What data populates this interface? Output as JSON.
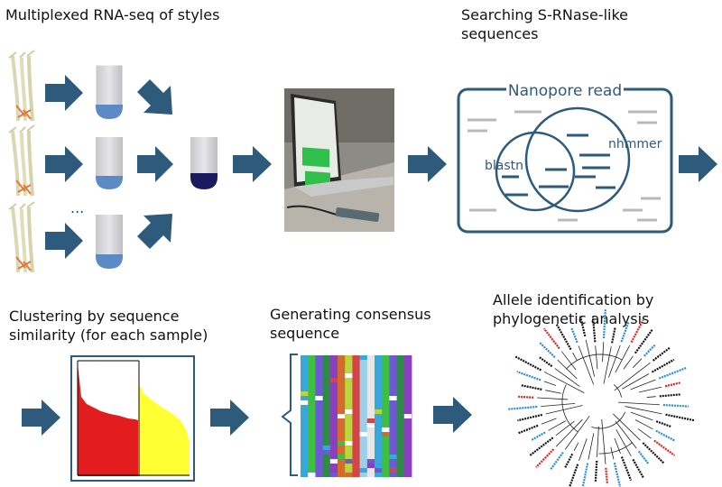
{
  "steps": {
    "step1_title": "Multiplexed RNA-seq of styles",
    "step2_title": "Searching S-RNase-like\nsequences",
    "step3_title": "Clustering by sequence\nsimilarity (for each sample)",
    "step4_title": "Generating consensus\nsequence",
    "step5_title": "Allele identification by\nphylogenetic analysis"
  },
  "diagram": {
    "ellipsis": "...",
    "nanopore_label": "Nanopore read",
    "blastn_label": "blastn",
    "nhmmer_label": "nhmmer"
  },
  "colors": {
    "arrow": "#2e5a7c",
    "panel_border": "#2e5a7c",
    "light_sample": "#5b8ac4",
    "pooled_sample": "#1b1a5e",
    "cluster_red": "#e31d1d",
    "cluster_yellow": "#ffff33",
    "leaf_blue": "#2a8ccc",
    "leaf_red": "#e02020"
  }
}
